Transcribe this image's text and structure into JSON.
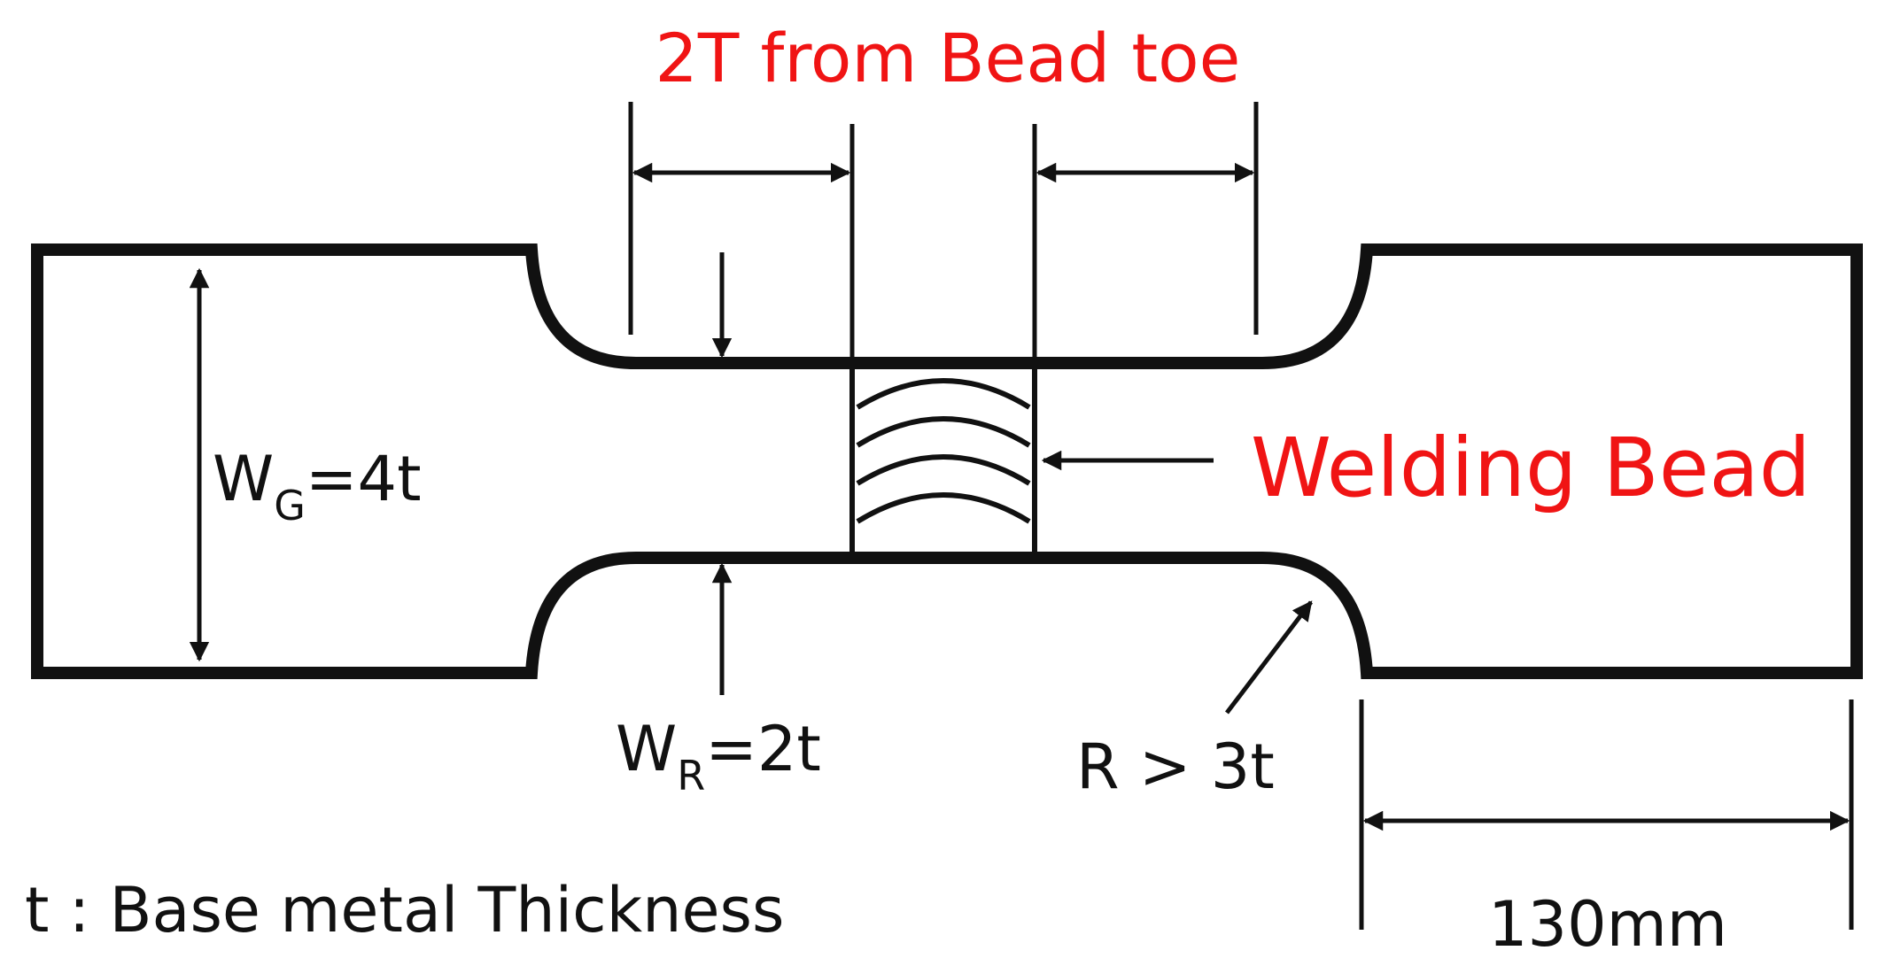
{
  "labels": {
    "top_dimension": "2T from Bead toe",
    "welding_bead": "Welding Bead",
    "gauge_width_main": "W",
    "gauge_width_sub": "G",
    "gauge_width_value": "=4t",
    "reduced_width_main": "W",
    "reduced_width_sub": "R",
    "reduced_width_value": "=2t",
    "radius": "R > 3t",
    "grip_length": "130mm",
    "legend": "t : Base metal Thickness"
  },
  "colors": {
    "line": "#111111",
    "highlight_text": "#f01414",
    "background": "#ffffff"
  }
}
